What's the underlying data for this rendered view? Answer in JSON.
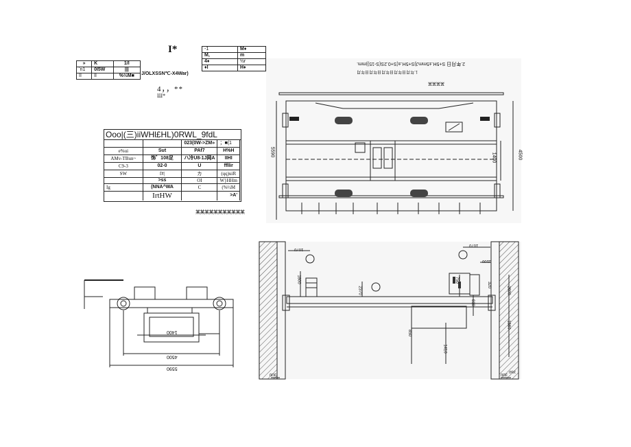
{
  "top_left": {
    "marker": "I*",
    "table1": [
      [
        "»",
        "K",
        "1/I"
      ],
      [
        "ʼn1",
        "0I5W",
        "|||"
      ],
      [
        "II",
        "II",
        "%½M■"
      ]
    ],
    "side_label": "J/OLXSSN℃-X4War)",
    "note1": "4，，**",
    "note2": "Ш*"
  },
  "top_mid_table": [
    [
      "-1",
      "M♦"
    ],
    [
      "M,",
      "m"
    ],
    [
      "4♦",
      "½r"
    ],
    [
      "♦I",
      "H♦"
    ]
  ],
  "spec_table": {
    "header": "Ooo|(三)iiWHl£HL)0RWL_9fdL",
    "rows": [
      [
        "",
        "",
        "023(0W->ZM»",
        "；■(1"
      ],
      [
        "e%ui",
        "Sut",
        "PAf7",
        "H%H"
      ],
      [
        "AMv-TBun~",
        "饰゛108足",
        "ハ冷U8-1J网A",
        "IIHI"
      ],
      [
        "C9-3",
        "02-0",
        "U",
        "ffllir"
      ],
      [
        "SW",
        "f#|",
        "カ",
        "(qq)uiR"
      ],
      [
        "",
        ">ss",
        "OI",
        "W}HHm"
      ],
      [
        "Ig",
        "(NNA^WA",
        "C",
        "(%½M"
      ],
      [
        "",
        "IrtHW",
        "",
        ">A'"
      ]
    ],
    "footnote": "某某某某某某某某某某某"
  },
  "top_drawing": {
    "header1": "2.年月日 S+5H.±5mmJ)S+5H.±(S+0.2S(S-15))mm.",
    "header2": "1.年月日年月日年月日年月日年月",
    "tag": "某某某某",
    "dim_left": "5590",
    "dim_inner": "1400",
    "dim_right": "4500"
  },
  "bottom_left_drawing": {
    "dim_1400": "1400",
    "dim_4500": "4500",
    "dim_5590": "5590"
  },
  "bottom_right_drawing": {
    "dim_1070a": "1070",
    "dim_1070b": "1070",
    "dim_1100": "1100",
    "dim_1800": "1800",
    "dim_750": "750",
    "dim_2370": "2370",
    "dim_2600": "2600",
    "dim_1560": "1560",
    "dim_850": "850",
    "dim_1410": "1410",
    "dim_810": "810",
    "dim_320": "320",
    "dim_300a": "300",
    "dim_300b": "300",
    "dim_350": "350"
  }
}
